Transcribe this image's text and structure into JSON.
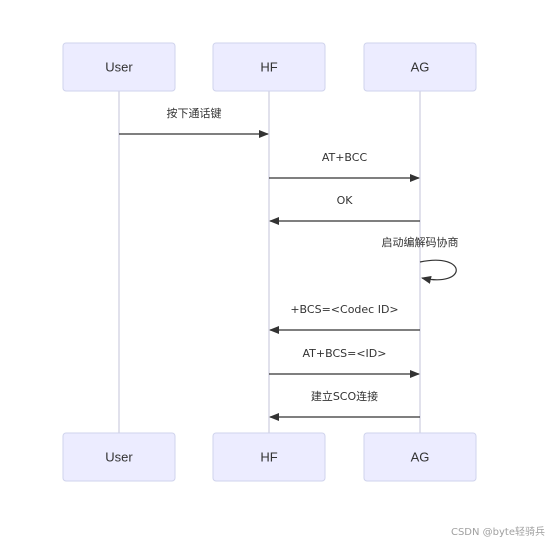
{
  "participants": [
    {
      "id": "user",
      "label": "User"
    },
    {
      "id": "hf",
      "label": "HF"
    },
    {
      "id": "ag",
      "label": "AG"
    }
  ],
  "messages": [
    {
      "from": "user",
      "to": "hf",
      "label": "按下通话键"
    },
    {
      "from": "hf",
      "to": "ag",
      "label": "AT+BCC"
    },
    {
      "from": "ag",
      "to": "hf",
      "label": "OK"
    },
    {
      "from": "ag",
      "to": "ag",
      "label": "启动编解码协商"
    },
    {
      "from": "ag",
      "to": "hf",
      "label": "+BCS=<Codec ID>"
    },
    {
      "from": "hf",
      "to": "ag",
      "label": "AT+BCS=<ID>"
    },
    {
      "from": "ag",
      "to": "hf",
      "label": "建立SCO连接"
    }
  ],
  "watermark": "CSDN @byte轻骑兵",
  "colors": {
    "actor_fill": "#ececff",
    "actor_stroke": "#cfd3ec",
    "line": "#333333"
  }
}
